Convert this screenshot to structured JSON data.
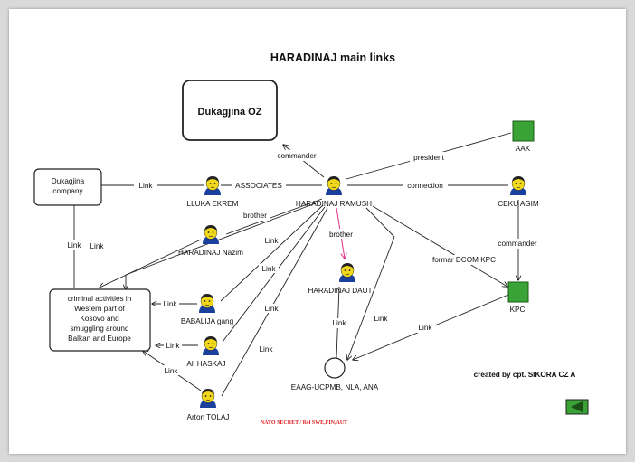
{
  "title": "HARADINAJ main links",
  "boxes": {
    "dukagjina_oz": "Dukagjina OZ",
    "company_l1": "Dukagjina",
    "company_l2": "company",
    "crime_l1": "criminal activities in",
    "crime_l2": "Western part of",
    "crime_l3": "Kosovo and",
    "crime_l4": "smuggling around",
    "crime_l5": "Balkan and Europe"
  },
  "people": {
    "ramush": "HARADINAJ RAMUSH",
    "lluka": "LLUKA EKREM",
    "nazim": "HARADINAJ Nazim",
    "babalija": "BABALIJA gang",
    "haskaj": "Ali HASKAJ",
    "tolaj": "Arton TOLAJ",
    "daut": "HARADINAJ DAUT",
    "ceku": "CEKU AGIM"
  },
  "orgs": {
    "aak": "AAK",
    "kpc": "KPC",
    "eaag": "EAAG-UCPMB, NLA, ANA"
  },
  "edge_labels": {
    "commander": "commander",
    "associates": "ASSOCIATES",
    "president": "president",
    "connection": "connection",
    "brother": "brother",
    "link": "Link",
    "formar": "formar DCOM KPC"
  },
  "credit": "created by cpt. SIKORA CZ A",
  "classification": "NATO SECRET / Rel SWE,FIN,AUT",
  "colors": {
    "person_face": "#f2d81a",
    "person_body": "#1a3f9c",
    "org_square": "#3aa335",
    "red_arrow": "#e0308a",
    "classification": "#e02020",
    "nav_button": "#3aa335"
  },
  "icons": {
    "person": "person-icon",
    "org": "green-square-icon",
    "group": "circle-node",
    "nav": "back-arrow-icon"
  }
}
